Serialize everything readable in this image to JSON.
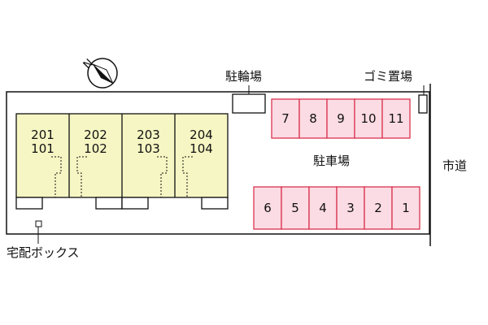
{
  "labels": {
    "bicycle_parking": "駐輪場",
    "garbage_area": "ゴミ置場",
    "car_parking": "駐車場",
    "city_road": "市道",
    "delivery_box": "宅配ボックス",
    "north_mark": "N"
  },
  "units": [
    {
      "upper": "201",
      "lower": "101"
    },
    {
      "upper": "202",
      "lower": "102"
    },
    {
      "upper": "203",
      "lower": "103"
    },
    {
      "upper": "204",
      "lower": "104"
    }
  ],
  "parking_top": [
    "7",
    "8",
    "9",
    "10",
    "11"
  ],
  "parking_bottom": [
    "6",
    "5",
    "4",
    "3",
    "2",
    "1"
  ],
  "colors": {
    "building_fill": "#f6f6c4",
    "parking_fill": "#fbdbe4",
    "parking_stroke": "#d9334f",
    "line": "#111111"
  }
}
